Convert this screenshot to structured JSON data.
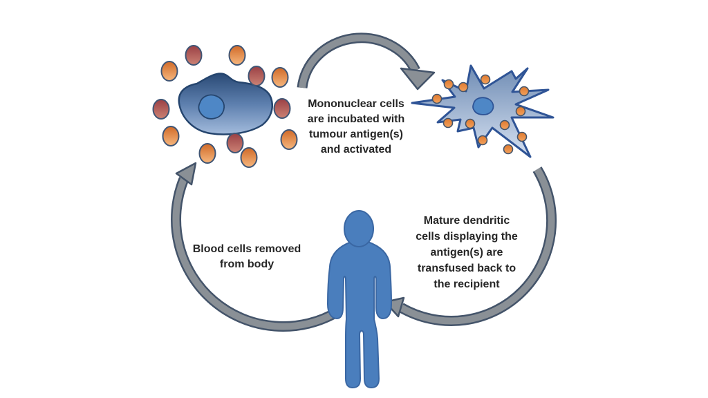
{
  "diagram": {
    "labels": {
      "incubation": "Mononuclear cells\nare incubated with\ntumour antigen(s)\nand activated",
      "transfusion": "Mature dendritic\ncells displaying the\nantigen(s) are\ntransfused back to\nthe recipient",
      "removal": "Blood cells removed\nfrom body"
    },
    "nodes": [
      {
        "icon": "mononuclear-cell-icon",
        "description_label": "incubation"
      },
      {
        "icon": "dendritic-cell-icon",
        "description_label": "transfusion"
      },
      {
        "icon": "patient-figure-icon",
        "description_label": "removal"
      }
    ],
    "colors": {
      "background": "#ffffff",
      "label_text": "#262626",
      "arrow_fill": "#8a9096",
      "arrow_outline": "#44546a",
      "cell_body_dark": "#2a4a75",
      "cell_body_light": "#a3bbdc",
      "cell_outline": "#25456e",
      "nucleus_fill": "#4e87c6",
      "dendritic_dark": "#6f8cb4",
      "dendritic_light": "#d6e1f1",
      "dendritic_outline": "#2f5496",
      "antigen_orange_dark": "#d06a28",
      "antigen_orange_light": "#f6b77e",
      "antigen_red_dark": "#9a4045",
      "antigen_red_light": "#cc8274",
      "antigen_outline": "#3f5575",
      "dot_dark": "#e07a2e",
      "dot_light": "#f2a25e",
      "dot_outline": "#44546a",
      "figure_fill": "#4a7ebd",
      "figure_outline": "#3a67a3"
    }
  }
}
